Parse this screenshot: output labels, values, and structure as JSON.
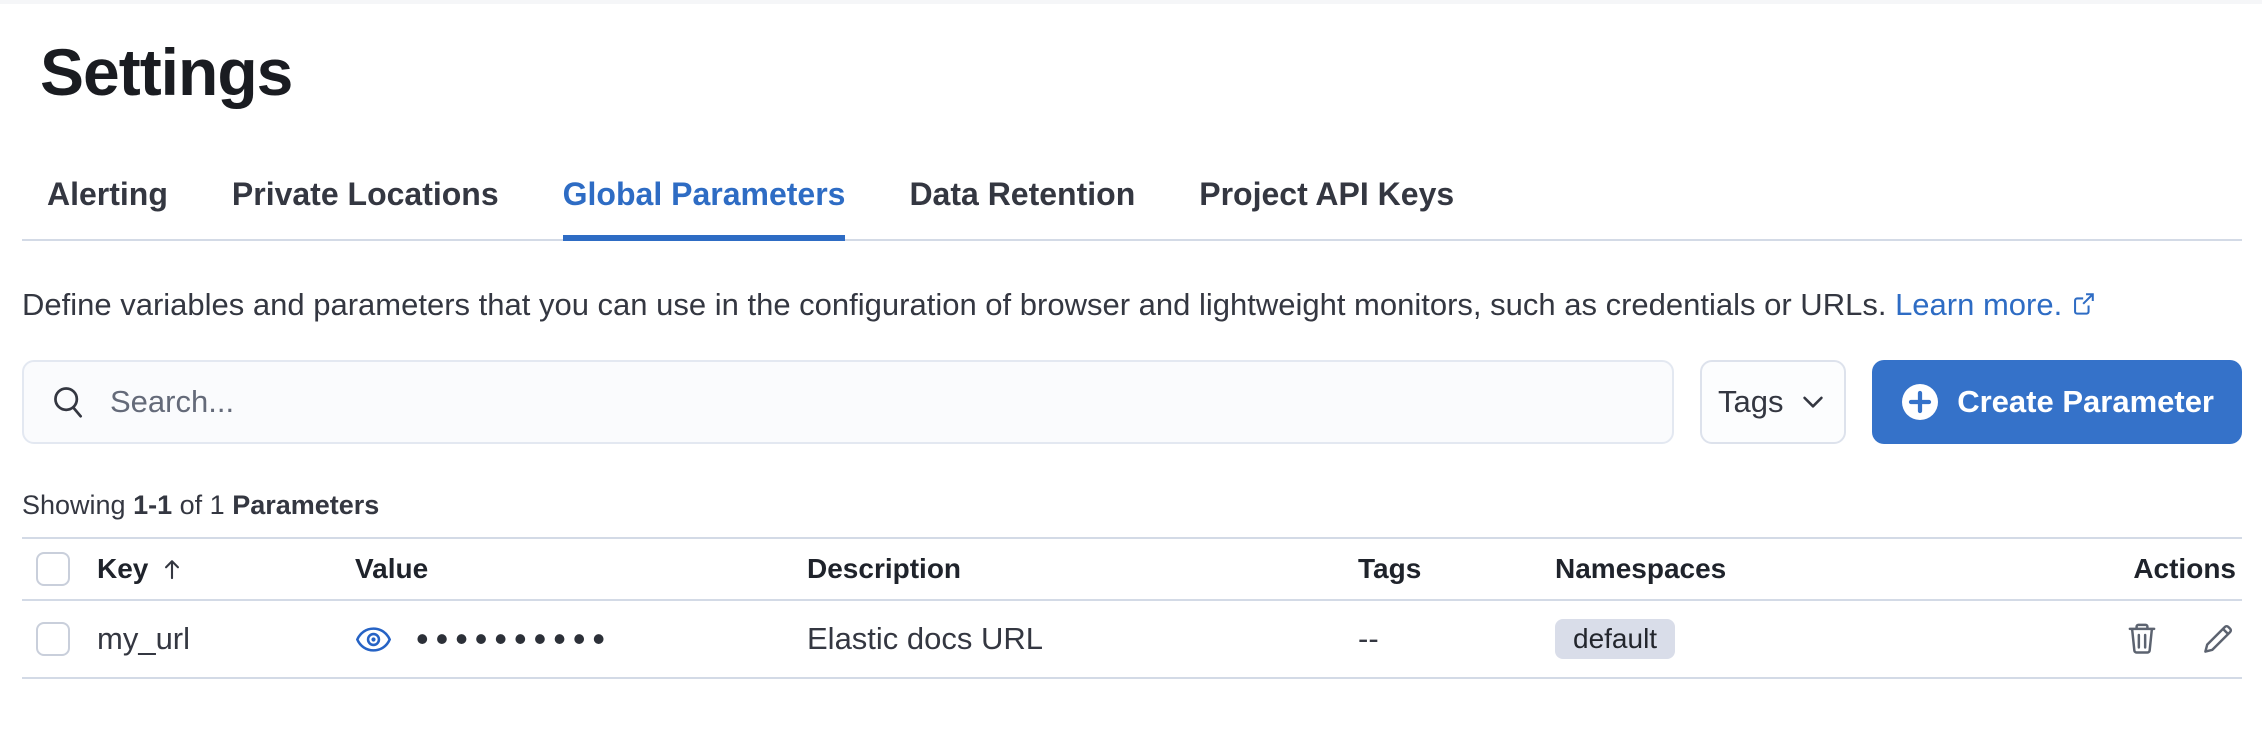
{
  "page": {
    "title": "Settings"
  },
  "tabs": [
    {
      "label": "Alerting",
      "active": false
    },
    {
      "label": "Private Locations",
      "active": false
    },
    {
      "label": "Global Parameters",
      "active": true
    },
    {
      "label": "Data Retention",
      "active": false
    },
    {
      "label": "Project API Keys",
      "active": false
    }
  ],
  "description": {
    "text": "Define variables and parameters that you can use in the configuration of browser and lightweight monitors, such as credentials or URLs.",
    "link_label": "Learn more."
  },
  "toolbar": {
    "search_placeholder": "Search...",
    "search_value": "",
    "tags_button_label": "Tags",
    "create_button_label": "Create Parameter"
  },
  "summary": {
    "prefix": "Showing",
    "range": "1-1",
    "middle": "of 1",
    "entity": "Parameters"
  },
  "table": {
    "columns": [
      "Key",
      "Value",
      "Description",
      "Tags",
      "Namespaces",
      "Actions"
    ],
    "sort": {
      "column": "Key",
      "direction": "ascending"
    },
    "rows": [
      {
        "key": "my_url",
        "value_masked": "••••••••••",
        "description": "Elastic docs URL",
        "tags": "--",
        "namespace": "default"
      }
    ]
  },
  "colors": {
    "accent_blue": "#2e6cc4",
    "button_blue": "#3572c9",
    "border": "#d3dae6",
    "badge_bg": "#d9dde9",
    "text": "#343741",
    "subdued_text": "#646a79"
  }
}
